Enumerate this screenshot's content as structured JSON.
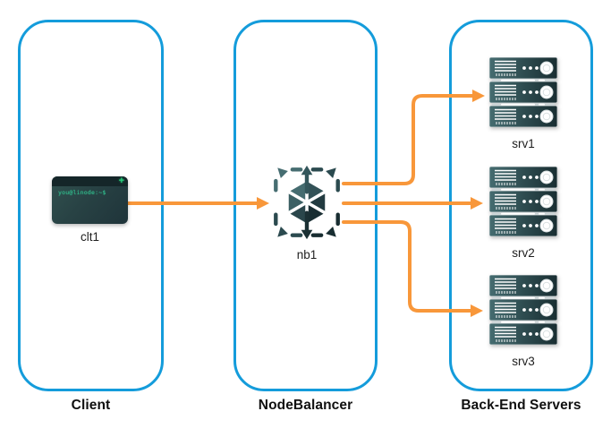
{
  "diagram": {
    "groups": [
      {
        "id": "client",
        "title": "Client",
        "nodes": [
          {
            "id": "clt1",
            "label": "clt1",
            "icon": "terminal-icon"
          }
        ]
      },
      {
        "id": "nodebalancer",
        "title": "NodeBalancer",
        "nodes": [
          {
            "id": "nb1",
            "label": "nb1",
            "icon": "nodebalancer-icon"
          }
        ]
      },
      {
        "id": "backend",
        "title": "Back-End Servers",
        "nodes": [
          {
            "id": "srv1",
            "label": "srv1",
            "icon": "server-stack-icon"
          },
          {
            "id": "srv2",
            "label": "srv2",
            "icon": "server-stack-icon"
          },
          {
            "id": "srv3",
            "label": "srv3",
            "icon": "server-stack-icon"
          }
        ]
      }
    ],
    "connections": [
      {
        "from": "clt1",
        "to": "nb1"
      },
      {
        "from": "nb1",
        "to": "srv1"
      },
      {
        "from": "nb1",
        "to": "srv2"
      },
      {
        "from": "nb1",
        "to": "srv3"
      }
    ],
    "terminal": {
      "prompt": "you@linode:~$",
      "window_button": "+"
    }
  },
  "colors": {
    "group_border": "#149CDB",
    "arrow": "#F8973A",
    "label_text": "#1E1E1E",
    "terminal_text_green": "#31BA8B",
    "icon_teal_light": "#456C70",
    "icon_teal_dark": "#182D31"
  }
}
